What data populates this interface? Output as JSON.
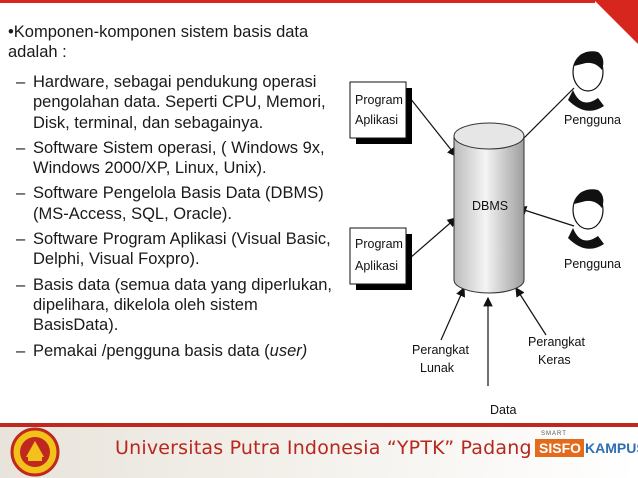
{
  "slide": {
    "intro_line1": "•Komponen-komponen sistem basis data",
    "intro_line2": "adalah :",
    "bullets": [
      {
        "dash": "–",
        "lines": [
          "Hardware,  sebagai pendukung operasi",
          "pengolahan data. Seperti CPU, Memori,",
          "Disk, terminal, dan sebagainya."
        ]
      },
      {
        "dash": "–",
        "lines": [
          "Software Sistem operasi, ( Windows 9x,",
          "Windows 2000/XP, Linux, Unix)."
        ]
      },
      {
        "dash": "–",
        "lines": [
          "Software  Pengelola Basis Data (DBMS)",
          "(MS-Access, SQL, Oracle)."
        ]
      },
      {
        "dash": "–",
        "lines": [
          "Software Program Aplikasi (Visual Basic,",
          "Delphi, Visual Foxpro)."
        ]
      },
      {
        "dash": "–",
        "lines": [
          "Basis data (semua data yang diperlukan,",
          "dipelihara, dikelola oleh sistem",
          "BasisData)."
        ]
      },
      {
        "dash": "–",
        "lines_prefix": "Pemakai /pengguna basis data (",
        "lines_italic": "user)"
      }
    ]
  },
  "diagram": {
    "program1_line1": "Program",
    "program1_line2": "Aplikasi",
    "program2_line1": "Program",
    "program2_line2": "Aplikasi",
    "dbms": "DBMS",
    "pengguna1": "Pengguna",
    "pengguna2": "Pengguna",
    "perangkat_lunak_line1": "Perangkat",
    "perangkat_lunak_line2": "Lunak",
    "perangkat_keras_line1": "Perangkat",
    "perangkat_keras_line2": "Keras",
    "data": "Data"
  },
  "footer": {
    "title": "Universitas Putra Indonesia “YPTK” Padang",
    "sisfo_part1": "SISFO",
    "sisfo_part2": "KAMPUS",
    "sisfo_small": "SMART"
  },
  "colors": {
    "accent": "#d7261e",
    "footer_text": "#b8261c",
    "sisfo_orange": "#e36b1c",
    "kampus_blue": "#2e6db4"
  }
}
